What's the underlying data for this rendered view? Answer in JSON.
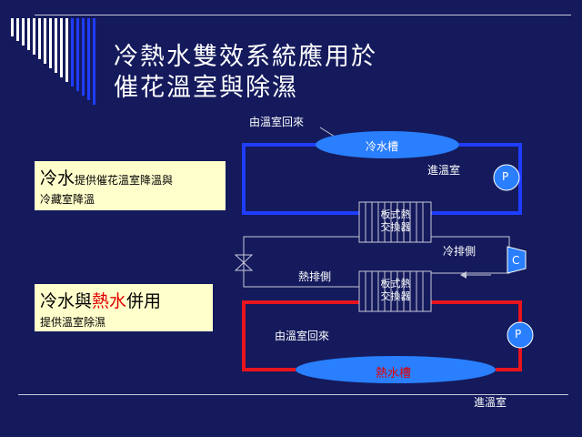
{
  "slide": {
    "title_line1": "冷熱水雙效系統應用於",
    "title_line2": "催花溫室與除濕"
  },
  "box1": {
    "line1_big": "冷水",
    "line1_small": "提供催花溫室降溫與",
    "line2": "冷藏室降溫"
  },
  "box2": {
    "part_a": "冷水與",
    "part_b": "熱水",
    "part_c": "併用",
    "line2": "提供溫室除濕"
  },
  "diagram": {
    "from_greenhouse_top": "由溫室回來",
    "cold_tank": "冷水槽",
    "to_greenhouse_top": "進溫室",
    "pump_label": "P",
    "hx_top_line1": "板式熱",
    "hx_top_line2": "交換器",
    "cold_side": "冷排側",
    "compressor_label": "C",
    "hot_side": "熱排側",
    "hx_bottom_line1": "板式熱",
    "hx_bottom_line2": "交換器",
    "from_greenhouse_bottom": "由溫室回來",
    "hot_tank": "熱水槽",
    "to_greenhouse_bottom": "進溫室"
  },
  "colors": {
    "background": "#141a5c",
    "cold_pipe": "#1f3dff",
    "hot_pipe": "#e8141e",
    "tank_fill": "#2a7fff",
    "box_fill": "#ffffcc",
    "hot_text": "#e00000"
  }
}
